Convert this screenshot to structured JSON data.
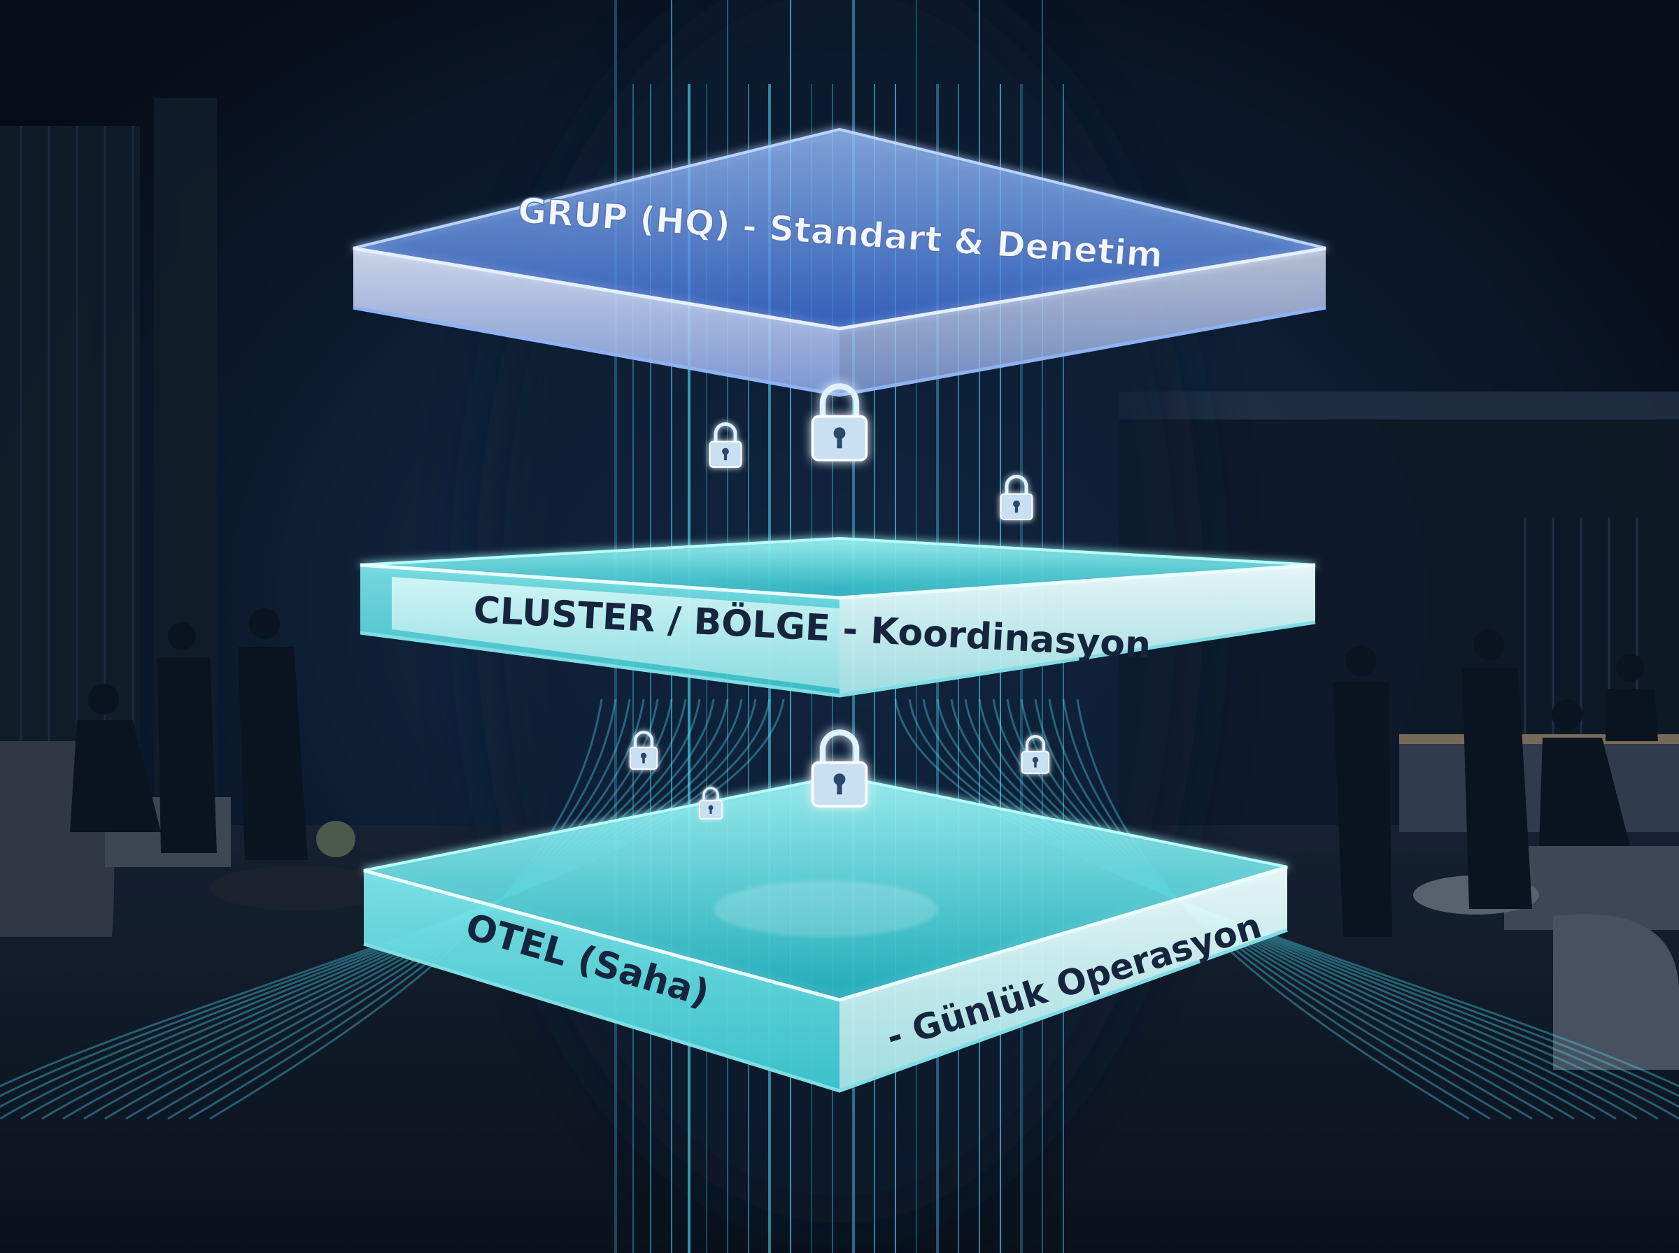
{
  "tiers": [
    {
      "id": "group",
      "label": "GRUP (HQ) - Standart & Denetim",
      "color": "#5b8ff0"
    },
    {
      "id": "cluster",
      "label": "CLUSTER / BÖLGE - Koordinasyon",
      "color": "#3fd3dc"
    },
    {
      "id": "hotel",
      "label_left": "OTEL (Saha)",
      "label_right": "- Günlük Operasyon",
      "color": "#36c9d2"
    }
  ],
  "lock_icons": 7,
  "colors": {
    "background": "#0a1424",
    "stream": "#4de6ff",
    "label_dark": "#16253d",
    "label_light": "#f2f6ff"
  }
}
